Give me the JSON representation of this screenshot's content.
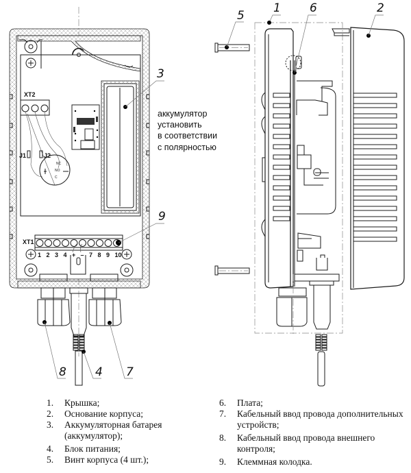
{
  "figure": {
    "callouts": {
      "1": "1",
      "2": "2",
      "3": "3",
      "4": "4",
      "5": "5",
      "6": "6",
      "7": "7",
      "8": "8",
      "9": "9"
    },
    "labels": {
      "xt1": "XT1",
      "xt2": "XT2",
      "j1": "J1",
      "j2": "J2",
      "terminals": [
        "1",
        "2",
        "3",
        "4",
        "+",
        "–",
        "7",
        "8",
        "9",
        "10"
      ]
    },
    "battery_note": [
      "аккумулятор",
      "установить",
      "в соответствии",
      "с полярностью"
    ]
  },
  "legend": {
    "left": [
      {
        "num": "1.",
        "text": "Крышка;"
      },
      {
        "num": "2.",
        "text": "Основание корпуса;"
      },
      {
        "num": "3.",
        "text": "Аккумуляторная батарея (аккумулятор);"
      },
      {
        "num": "4.",
        "text": "Блок питания;"
      },
      {
        "num": "5.",
        "text": "Винт корпуса (4 шт.);"
      }
    ],
    "right": [
      {
        "num": "6.",
        "text": "Плата;"
      },
      {
        "num": "7.",
        "text": "Кабельный ввод провода дополнительных устройств;"
      },
      {
        "num": "8.",
        "text": "Кабельный ввод провода внешнего контроля;"
      },
      {
        "num": "9.",
        "text": "Клеммная колодка."
      }
    ]
  }
}
